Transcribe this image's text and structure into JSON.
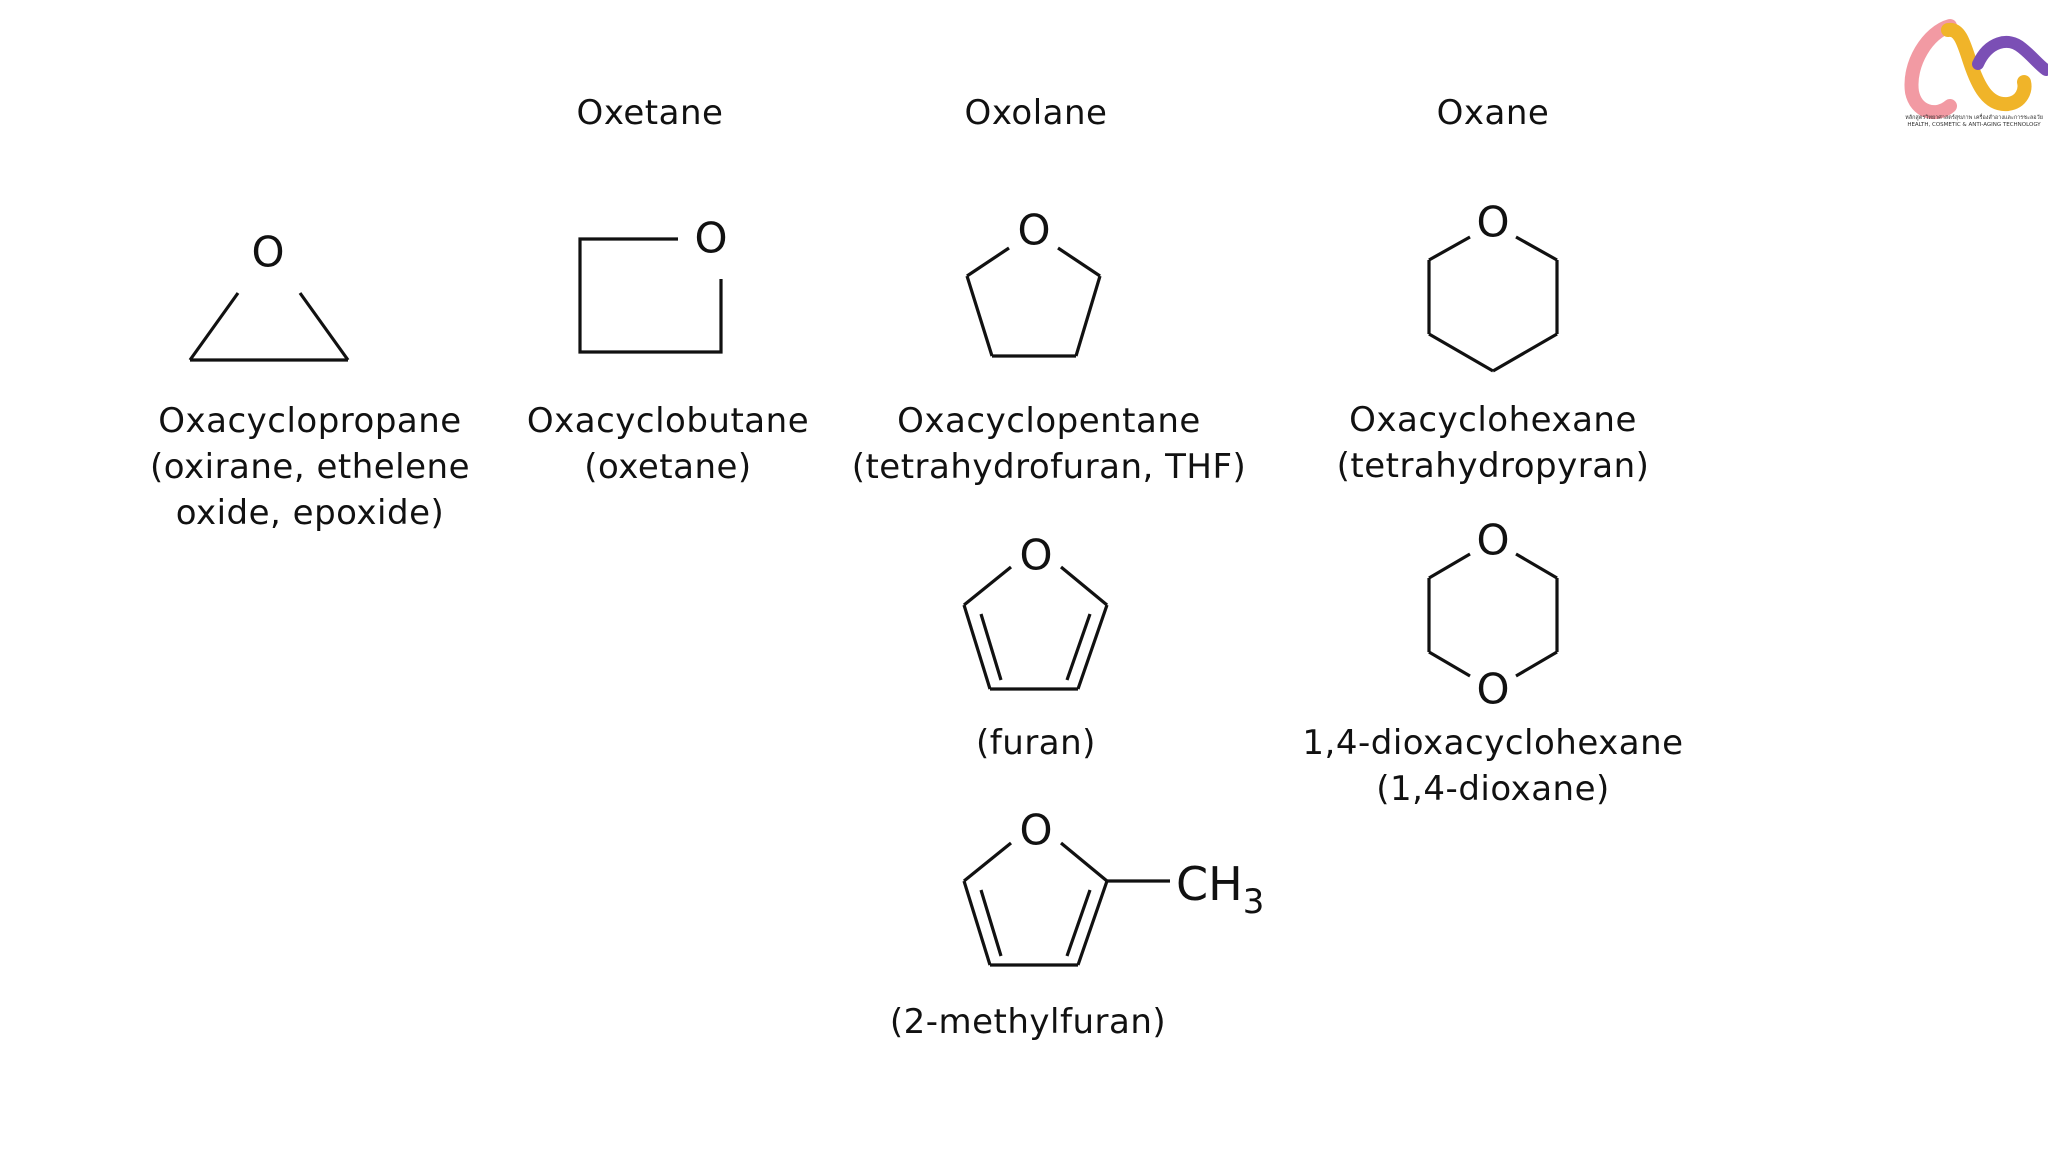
{
  "headings": {
    "oxetane": "Oxetane",
    "oxolane": "Oxolane",
    "oxane": "Oxane"
  },
  "molecules": {
    "oxirane": {
      "atom": "O",
      "caption": [
        "Oxacyclopropane",
        "(oxirane, ethelene",
        "oxide, epoxide)"
      ]
    },
    "oxetane": {
      "atom": "O",
      "caption": [
        "Oxacyclobutane",
        "(oxetane)"
      ]
    },
    "thf": {
      "atom": "O",
      "caption": [
        "Oxacyclopentane",
        "(tetrahydrofuran, THF)"
      ]
    },
    "thp": {
      "atom": "O",
      "caption": [
        "Oxacyclohexane",
        "(tetrahydropyran)"
      ]
    },
    "furan": {
      "atom": "O",
      "caption": [
        "(furan)"
      ]
    },
    "dioxane": {
      "atom_top": "O",
      "atom_bottom": "O",
      "caption": [
        "1,4-dioxacyclohexane",
        "(1,4-dioxane)"
      ]
    },
    "methylfuran": {
      "atom": "O",
      "substituent": "CH",
      "substituent_sub": "3",
      "caption": [
        "(2-methylfuran)"
      ]
    }
  },
  "logo": {
    "line1": "หลักสูตรวิทยาศาสตร์สุขภาพ เครื่องสำอางและการชะลอวัย",
    "line2": "HEALTH, COSMETIC & ANTI-AGING TECHNOLOGY",
    "colors": {
      "pink": "#f29aa3",
      "gold": "#f0b429",
      "purple": "#7b4fb5"
    }
  }
}
